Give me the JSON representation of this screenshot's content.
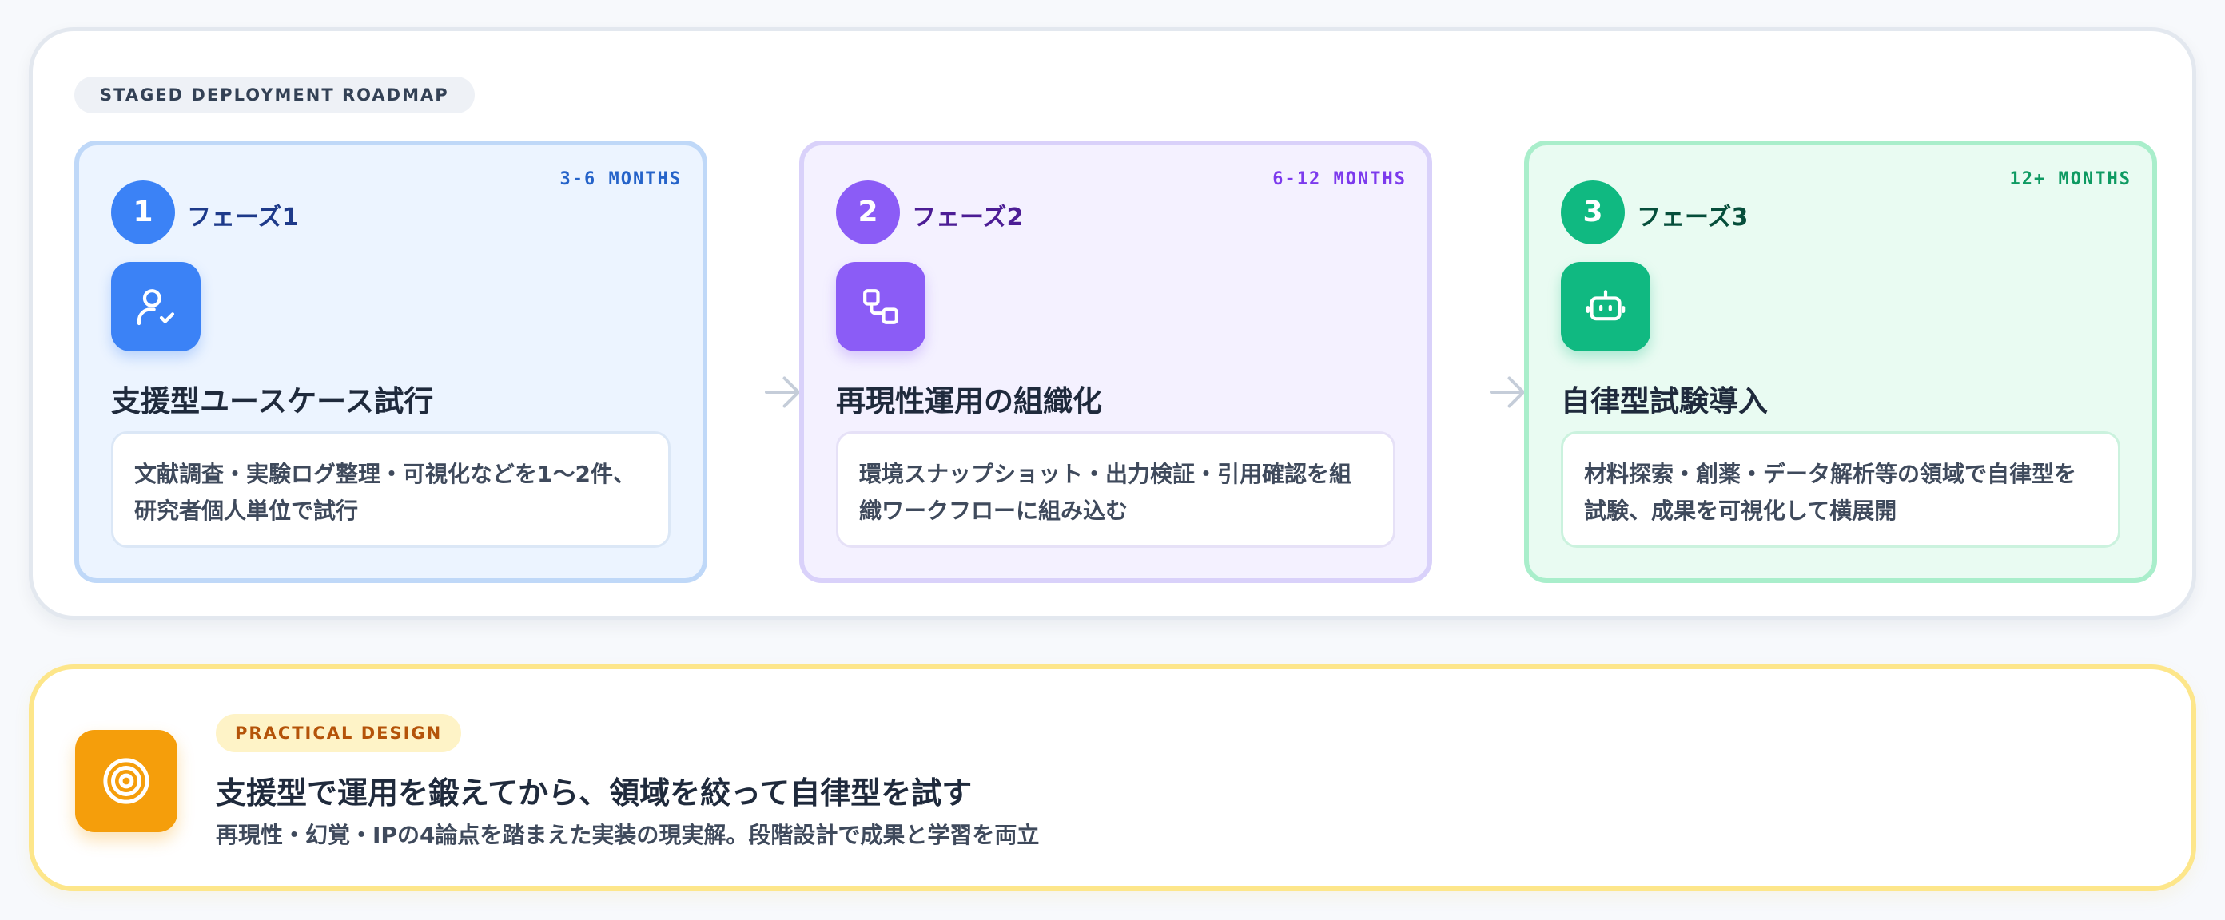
{
  "roadmap": {
    "tag": "STAGED DEPLOYMENT ROADMAP",
    "phases": [
      {
        "number": "1",
        "name": "フェーズ1",
        "duration": "3-6 MONTHS",
        "icon": "user-check-icon",
        "title": "支援型ユースケース試行",
        "description_line1": "文献調査・実験ログ整理・可視化などを1〜2件、",
        "description_line2": "研究者個人単位で試行",
        "accent": "#3b82f6"
      },
      {
        "number": "2",
        "name": "フェーズ2",
        "duration": "6-12 MONTHS",
        "icon": "workflow-icon",
        "title": "再現性運用の組織化",
        "description_line1": "環境スナップショット・出力検証・引用確認を組",
        "description_line2": "織ワークフローに組み込む",
        "accent": "#8b5cf6"
      },
      {
        "number": "3",
        "name": "フェーズ3",
        "duration": "12+ MONTHS",
        "icon": "robot-icon",
        "title": "自律型試験導入",
        "description_line1": "材料探索・創薬・データ解析等の領域で自律型を",
        "description_line2": "試験、成果を可視化して横展開",
        "accent": "#10b981"
      }
    ],
    "arrow_icon": "arrow-right-icon"
  },
  "practical": {
    "icon": "target-icon",
    "tag": "PRACTICAL DESIGN",
    "title": "支援型で運用を鍛えてから、領域を絞って自律型を試す",
    "subtitle": "再現性・幻覚・IPの4論点を踏まえた実装の現実解。段階設計で成果と学習を両立",
    "accent": "#f59e0b"
  }
}
